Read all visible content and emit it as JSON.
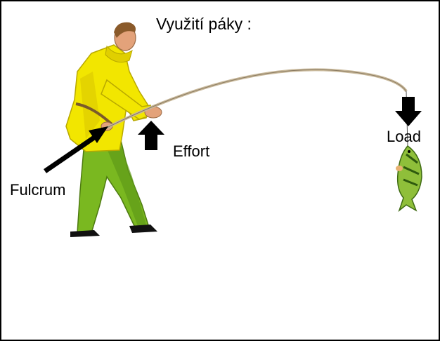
{
  "title": "Využití páky :",
  "labels": {
    "effort": "Effort",
    "load": "Load",
    "fulcrum": "Fulcrum"
  },
  "colors": {
    "jacket": "#f2e600",
    "trousers": "#7ab820",
    "skin": "#e3a27a",
    "hair": "#8a5a2a",
    "rod": "#c8b89a",
    "fish": "#8fbf3a",
    "arrow": "#000000"
  },
  "icons": [
    "fisherman-figure",
    "fishing-rod",
    "fish",
    "effort-arrow",
    "load-arrow",
    "fulcrum-arrow"
  ]
}
